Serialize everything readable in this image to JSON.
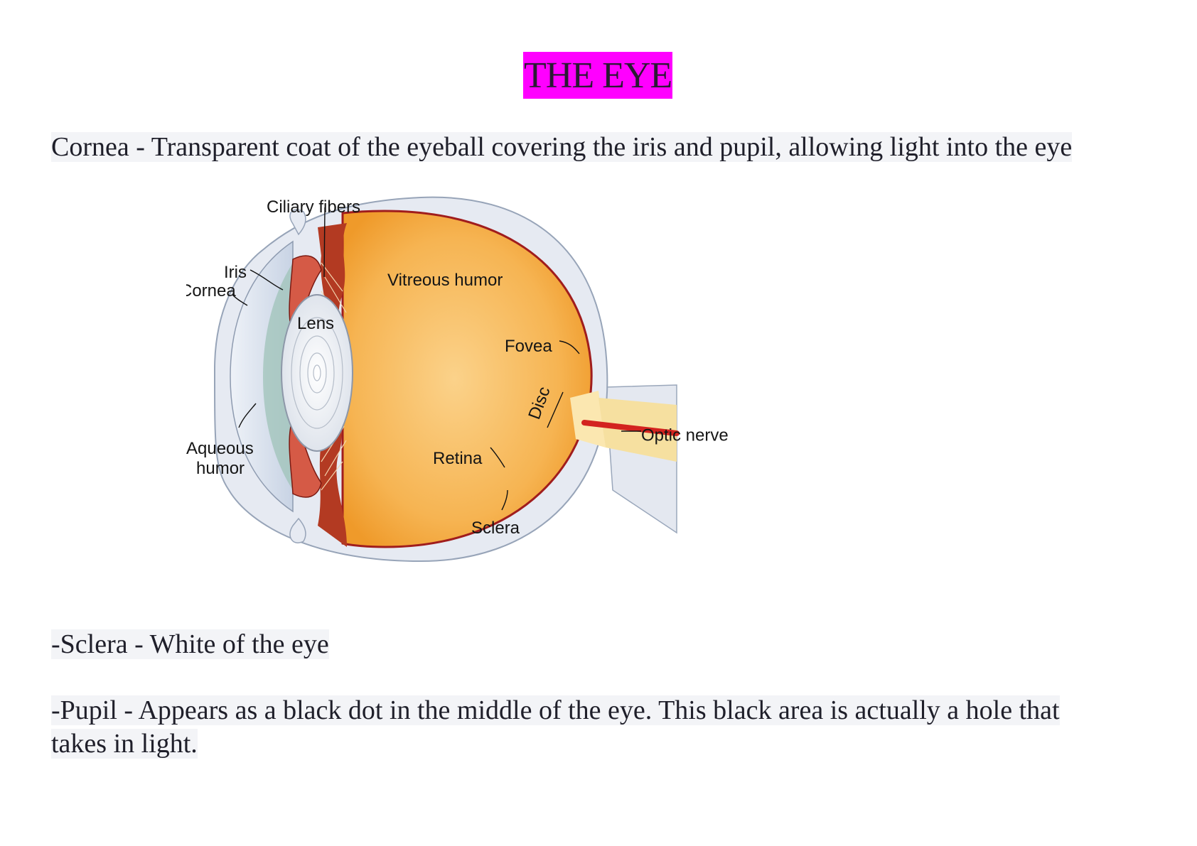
{
  "title": "THE EYE",
  "paragraphs": {
    "cornea": "Cornea - Transparent coat of the eyeball covering the iris and pupil, allowing light into the eye",
    "sclera": "-Sclera - White of the eye",
    "pupil_line1": "-Pupil - Appears as a black dot in the middle of the eye. This black area is actually a hole that",
    "pupil_line2": "takes in light."
  },
  "diagram": {
    "labels": {
      "ciliary_fibers": "Ciliary fibers",
      "iris": "Iris",
      "cornea": "Cornea",
      "vitreous_humor": "Vitreous humor",
      "lens": "Lens",
      "fovea": "Fovea",
      "disc": "Disc",
      "optic_nerve": "Optic nerve",
      "aqueous_humor_1": "Aqueous",
      "aqueous_humor_2": "humor",
      "retina": "Retina",
      "sclera": "Sclera"
    },
    "colors": {
      "title_highlight": "#ff00ff",
      "vitreous": "#f5b14a",
      "retina_line": "#a01d1d",
      "sclera": "#e4e8f0",
      "ciliary": "#b33a22"
    }
  }
}
